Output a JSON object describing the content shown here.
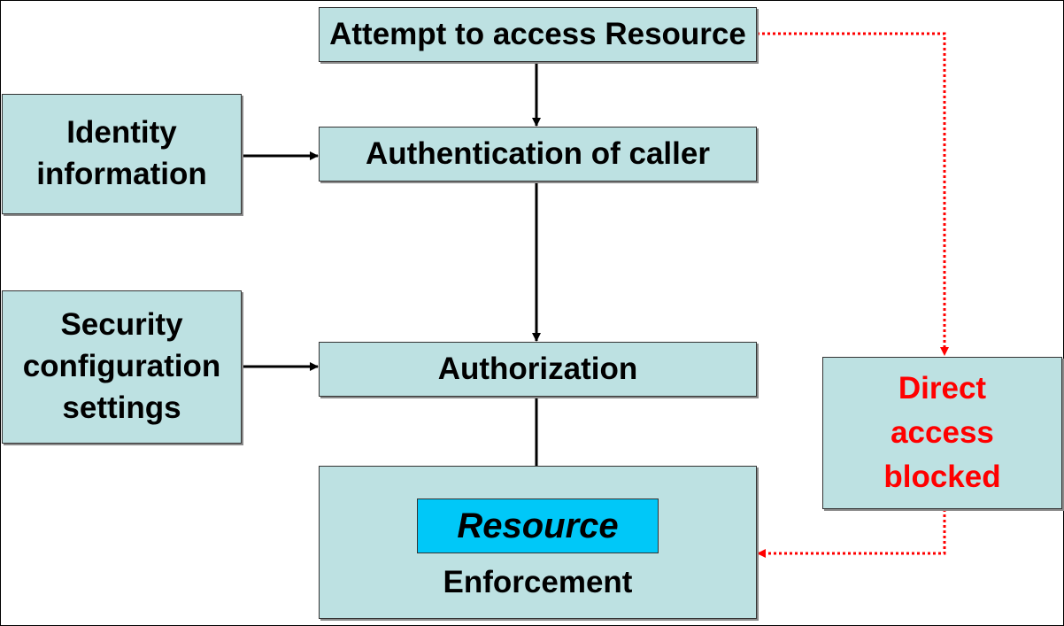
{
  "diagram": {
    "attempt": "Attempt to access Resource",
    "authentication": "Authentication of caller",
    "authorization": "Authorization",
    "identity": [
      "Identity",
      "information"
    ],
    "security": [
      "Security",
      "configuration",
      "settings"
    ],
    "blocked": [
      "Direct",
      "access",
      "blocked"
    ],
    "resource": "Resource",
    "enforcement": "Enforcement"
  },
  "colors": {
    "box_fill": "#bde1e2",
    "resource_fill": "#00c8f8",
    "blocked_text": "#ff0000",
    "arrow": "#000000",
    "dotted_arrow": "#ff0000"
  }
}
